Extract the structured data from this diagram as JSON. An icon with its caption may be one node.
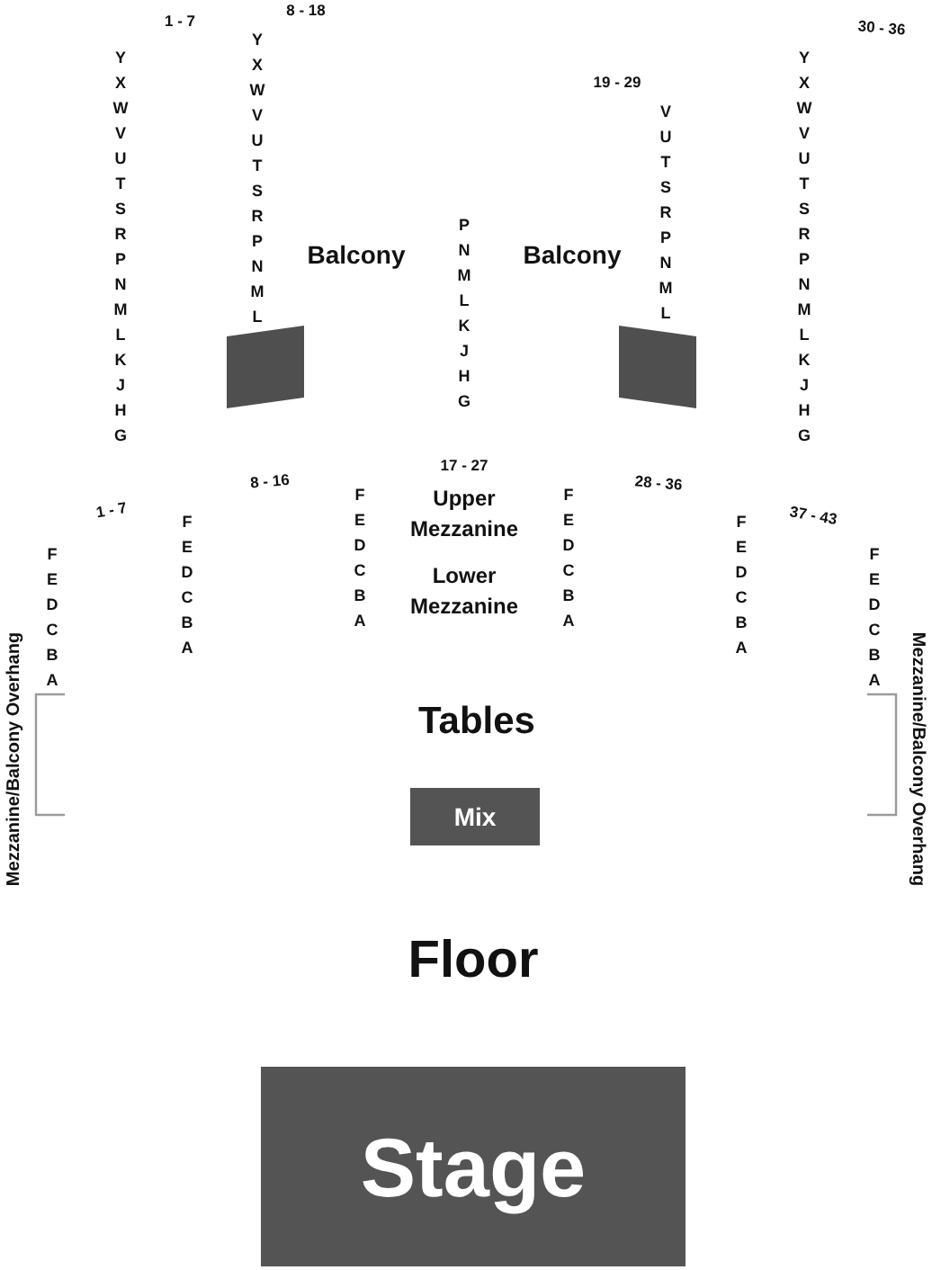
{
  "diagram": {
    "nodes": [
      {
        "text": [],
        "shape": "box"
      },
      {
        "text": [],
        "shape": "box"
      },
      {
        "text": [
          "Mix"
        ]
      },
      {
        "text": [
          "Stage"
        ]
      }
    ],
    "labels": [
      "8 - 18",
      "1 - 7",
      "30 - 36",
      "19 - 29",
      "Y X W V U T S R P N M L K J H G",
      "Y X W V U T S R P N M L",
      "Balcony",
      "P N M L K J H G",
      "Balcony",
      "V U T S R P N M L",
      "Y X W V U T S R P N M L K J H G",
      "17 - 27",
      "8 - 16",
      "28 - 36",
      "Upper Mezzanine",
      "1 - 7",
      "37 - 43",
      "F E D C B A",
      "F E D C B A",
      "F E D C B A",
      "F E D C B A",
      "F E D C B A",
      "F E D C B A",
      "Lower Mezzanine",
      "Mezzanine/Balcony Overhang",
      "Tables",
      "Mezzanine/Balcony Overhang",
      "Floor"
    ]
  }
}
